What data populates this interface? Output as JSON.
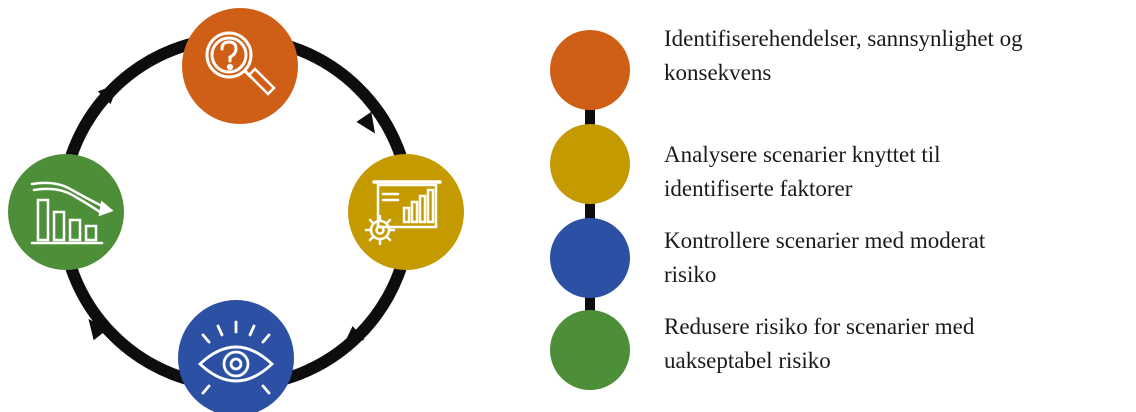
{
  "colors": {
    "orange": "#cf5f17",
    "gold": "#c49a00",
    "blue": "#2c51a4",
    "green": "#4d8f38",
    "ring": "#0d0d0d",
    "icon_stroke": "#ffffff"
  },
  "cycle": {
    "nodes": [
      {
        "color": "orange",
        "icon": "magnifier-question-icon"
      },
      {
        "color": "gold",
        "icon": "presentation-chart-gear-icon"
      },
      {
        "color": "blue",
        "icon": "eye-icon"
      },
      {
        "color": "green",
        "icon": "declining-bar-chart-icon"
      }
    ]
  },
  "legend": {
    "items": [
      {
        "color": "orange",
        "lines": [
          "Identifiserehendelser, sannsynlighet og",
          "konsekvens"
        ]
      },
      {
        "color": "gold",
        "lines": [
          "Analysere scenarier knyttet til",
          "identifiserte faktorer"
        ]
      },
      {
        "color": "blue",
        "lines": [
          "Kontrollere scenarier med moderat",
          "risiko"
        ]
      },
      {
        "color": "green",
        "lines": [
          "Redusere risiko for scenarier med",
          "uakseptabel risiko"
        ]
      }
    ]
  }
}
